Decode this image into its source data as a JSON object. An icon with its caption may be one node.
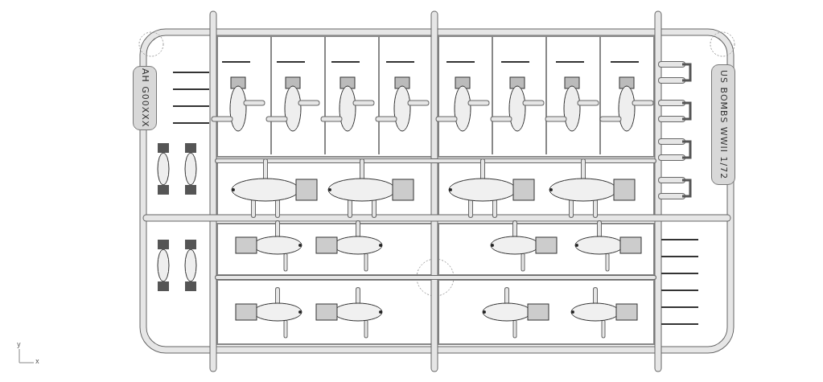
{
  "diagram": {
    "nodes": [
      {
        "text": [
          "AH G00XXX"
        ]
      },
      {
        "text": [
          "US BOMBS WWII 1/72"
        ]
      }
    ],
    "labels": [
      "y",
      "x"
    ]
  }
}
